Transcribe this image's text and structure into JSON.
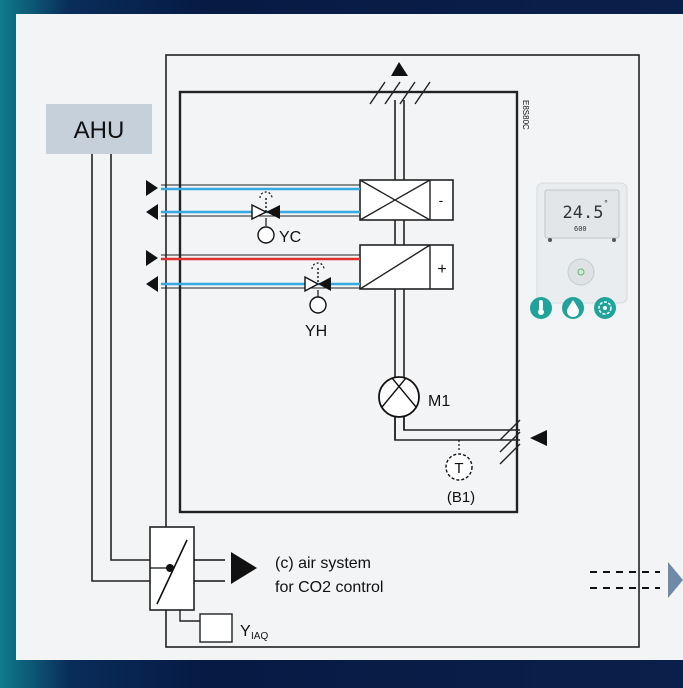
{
  "diagram": {
    "ahu_label": "AHU",
    "yc_label": "YC",
    "yh_label": "YH",
    "motor_label": "M1",
    "sensor_symbol": "T",
    "sensor_label": "(B1)",
    "cooling_coil_sign": "-",
    "heating_coil_sign": "+",
    "air_system_line1": "(c) air system",
    "air_system_line2": "for CO2 control",
    "yiaq_main": "Y",
    "yiaq_sub": "IAQ",
    "vertical_code": "E8S80C",
    "colors": {
      "chilled_water": "#36a9e1",
      "hot_water": "#e03030",
      "ahu_box": "#c5d0da",
      "accent_teal": "#1fa39a"
    }
  },
  "thermostat": {
    "display_value": "24.5",
    "unit": "°",
    "sub_value": "600",
    "icons": [
      "thermometer-icon",
      "droplet-icon",
      "fan-icon"
    ]
  }
}
